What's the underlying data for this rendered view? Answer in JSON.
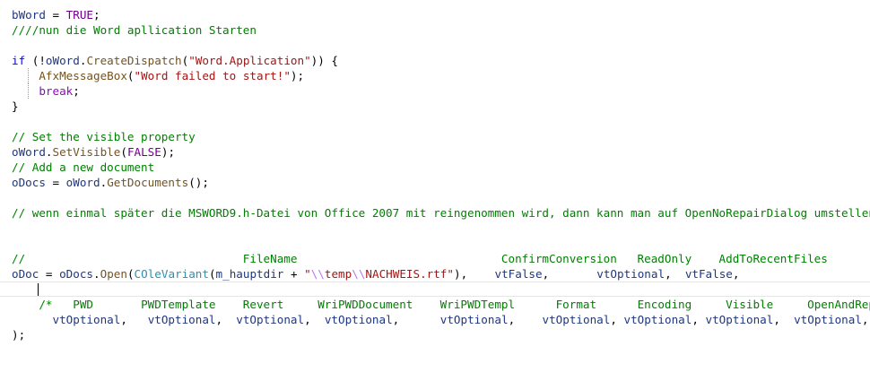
{
  "theme": {
    "text": "#000000",
    "variable": "#1f377f",
    "constant": "#6f008a",
    "function": "#74531f",
    "comment": "#008000",
    "keyword": "#0000ff",
    "control": "#8f08c4",
    "string": "#a31515",
    "escape": "#b776fb",
    "type": "#2b91af"
  },
  "editor": {
    "lines": [
      {
        "indent": 0,
        "tokens": [
          {
            "t": "bWord",
            "c": "variable"
          },
          {
            "t": " = ",
            "c": "text"
          },
          {
            "t": "TRUE",
            "c": "constant"
          },
          {
            "t": ";",
            "c": "text"
          }
        ]
      },
      {
        "indent": 0,
        "tokens": [
          {
            "t": "////nun die Word apllication Starten",
            "c": "comment"
          }
        ]
      },
      {
        "indent": 0,
        "tokens": []
      },
      {
        "indent": 0,
        "guide_below": true,
        "tokens": [
          {
            "t": "if",
            "c": "keyword"
          },
          {
            "t": " (!",
            "c": "text"
          },
          {
            "t": "oWord",
            "c": "variable"
          },
          {
            "t": ".",
            "c": "text"
          },
          {
            "t": "CreateDispatch",
            "c": "function"
          },
          {
            "t": "(",
            "c": "text"
          },
          {
            "t": "\"Word.Application\"",
            "c": "string"
          },
          {
            "t": ")) {",
            "c": "text"
          }
        ]
      },
      {
        "indent": 1,
        "guide": true,
        "tokens": [
          {
            "t": "AfxMessageBox",
            "c": "function"
          },
          {
            "t": "(",
            "c": "text"
          },
          {
            "t": "\"Word failed to start!\"",
            "c": "string"
          },
          {
            "t": ");",
            "c": "text"
          }
        ]
      },
      {
        "indent": 1,
        "guide": true,
        "tokens": [
          {
            "t": "break",
            "c": "control"
          },
          {
            "t": ";",
            "c": "text"
          }
        ]
      },
      {
        "indent": 0,
        "tokens": [
          {
            "t": "}",
            "c": "text"
          }
        ]
      },
      {
        "indent": 0,
        "tokens": []
      },
      {
        "indent": 0,
        "tokens": [
          {
            "t": "// Set the visible property",
            "c": "comment"
          }
        ]
      },
      {
        "indent": 0,
        "tokens": [
          {
            "t": "oWord",
            "c": "variable"
          },
          {
            "t": ".",
            "c": "text"
          },
          {
            "t": "SetVisible",
            "c": "function"
          },
          {
            "t": "(",
            "c": "text"
          },
          {
            "t": "FALSE",
            "c": "constant"
          },
          {
            "t": ");",
            "c": "text"
          }
        ]
      },
      {
        "indent": 0,
        "tokens": [
          {
            "t": "// Add a new document",
            "c": "comment"
          }
        ]
      },
      {
        "indent": 0,
        "tokens": [
          {
            "t": "oDocs",
            "c": "variable"
          },
          {
            "t": " = ",
            "c": "text"
          },
          {
            "t": "oWord",
            "c": "variable"
          },
          {
            "t": ".",
            "c": "text"
          },
          {
            "t": "GetDocuments",
            "c": "function"
          },
          {
            "t": "();",
            "c": "text"
          }
        ]
      },
      {
        "indent": 0,
        "tokens": []
      },
      {
        "indent": 0,
        "tokens": [
          {
            "t": "// wenn einmal später die MSWORD9.h-Datei von Office 2007 mit reingenommen wird, dann kann man auf OpenNoRepairDialog umstellen",
            "c": "comment"
          }
        ]
      },
      {
        "indent": 0,
        "tokens": []
      },
      {
        "indent": 0,
        "tokens": []
      },
      {
        "indent": 0,
        "tokens": [
          {
            "t": "//                                FileName                              ConfirmConversion   ReadOnly    AddToRecentFiles",
            "c": "comment"
          }
        ]
      },
      {
        "indent": 0,
        "tokens": [
          {
            "t": "oDoc",
            "c": "variable"
          },
          {
            "t": " = ",
            "c": "text"
          },
          {
            "t": "oDocs",
            "c": "variable"
          },
          {
            "t": ".",
            "c": "text"
          },
          {
            "t": "Open",
            "c": "function"
          },
          {
            "t": "(",
            "c": "text"
          },
          {
            "t": "COleVariant",
            "c": "type"
          },
          {
            "t": "(",
            "c": "text"
          },
          {
            "t": "m_hauptdir",
            "c": "variable"
          },
          {
            "t": " + ",
            "c": "text"
          },
          {
            "t": "\"",
            "c": "string"
          },
          {
            "t": "\\\\",
            "c": "escape"
          },
          {
            "t": "temp",
            "c": "string"
          },
          {
            "t": "\\\\",
            "c": "escape"
          },
          {
            "t": "NACHWEIS.rtf\"",
            "c": "string"
          },
          {
            "t": "),    ",
            "c": "text"
          },
          {
            "t": "vtFalse",
            "c": "variable"
          },
          {
            "t": ",       ",
            "c": "text"
          },
          {
            "t": "vtOptional",
            "c": "variable"
          },
          {
            "t": ",  ",
            "c": "text"
          },
          {
            "t": "vtFalse",
            "c": "variable"
          },
          {
            "t": ",",
            "c": "text"
          }
        ]
      },
      {
        "indent": 0,
        "current": true,
        "caret": true,
        "tokens": []
      },
      {
        "indent": 1,
        "tokens": [
          {
            "t": "/*   PWD       PWDTemplate    Revert     WriPWDDocument    WriPWDTempl      Format      Encoding     Visible     OpenAndRepair",
            "c": "comment"
          }
        ]
      },
      {
        "indent": 1,
        "tokens": [
          {
            "t": "  ",
            "c": "text"
          },
          {
            "t": "vtOptional",
            "c": "variable"
          },
          {
            "t": ",   ",
            "c": "text"
          },
          {
            "t": "vtOptional",
            "c": "variable"
          },
          {
            "t": ",  ",
            "c": "text"
          },
          {
            "t": "vtOptional",
            "c": "variable"
          },
          {
            "t": ",  ",
            "c": "text"
          },
          {
            "t": "vtOptional",
            "c": "variable"
          },
          {
            "t": ",      ",
            "c": "text"
          },
          {
            "t": "vtOptional",
            "c": "variable"
          },
          {
            "t": ",    ",
            "c": "text"
          },
          {
            "t": "vtOptional",
            "c": "variable"
          },
          {
            "t": ", ",
            "c": "text"
          },
          {
            "t": "vtOptional",
            "c": "variable"
          },
          {
            "t": ", ",
            "c": "text"
          },
          {
            "t": "vtOptional",
            "c": "variable"
          },
          {
            "t": ",  ",
            "c": "text"
          },
          {
            "t": "vtOptional",
            "c": "variable"
          },
          {
            "t": ",",
            "c": "text"
          }
        ]
      },
      {
        "indent": 0,
        "tokens": [
          {
            "t": ");",
            "c": "text"
          }
        ]
      }
    ]
  }
}
